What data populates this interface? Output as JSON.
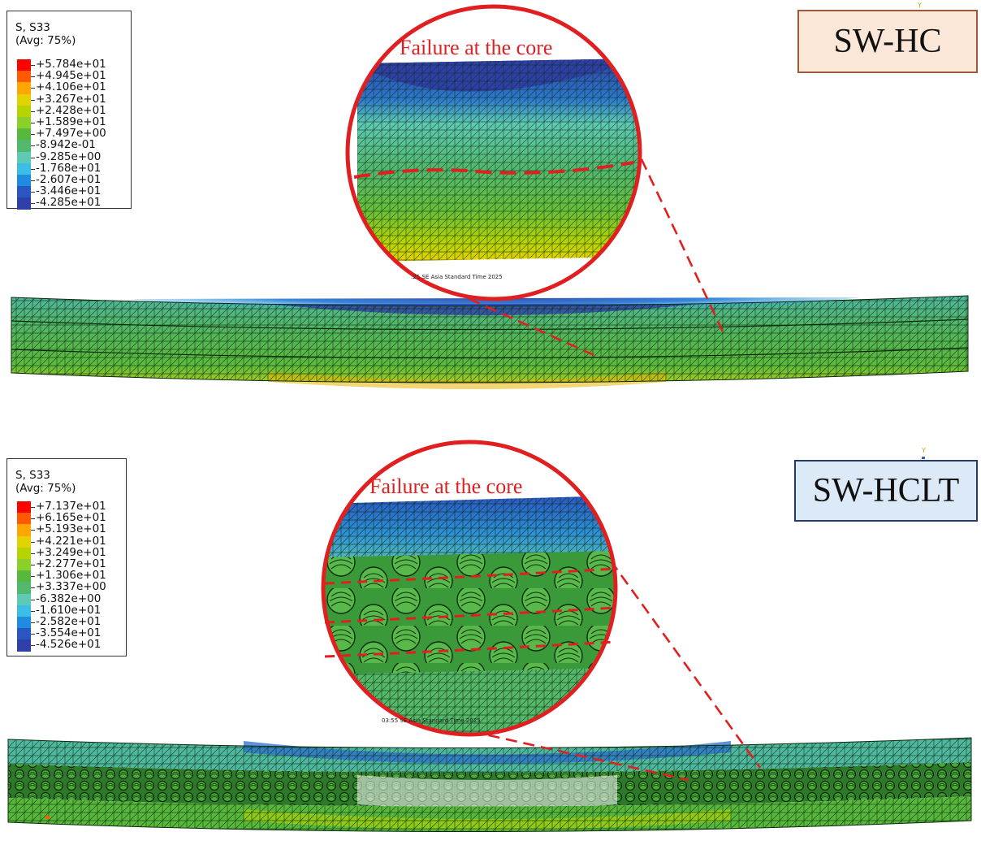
{
  "top": {
    "legend": {
      "title_line1": "S, S33",
      "title_line2": "(Avg: 75%)",
      "values": [
        "+5.784e+01",
        "+4.945e+01",
        "+4.106e+01",
        "+3.267e+01",
        "+2.428e+01",
        "+1.589e+01",
        "+7.497e+00",
        "-8.942e-01",
        "-9.285e+00",
        "-1.768e+01",
        "-2.607e+01",
        "-3.446e+01",
        "-4.285e+01"
      ]
    },
    "label": "SW-HC",
    "failure_text": "Failure at the core",
    "timestamp": ":25 SE Asia Standard Time 2025",
    "axis_glyph": "Y"
  },
  "bottom": {
    "legend": {
      "title_line1": "S, S33",
      "title_line2": "(Avg: 75%)",
      "values": [
        "+7.137e+01",
        "+6.165e+01",
        "+5.193e+01",
        "+4.221e+01",
        "+3.249e+01",
        "+2.277e+01",
        "+1.306e+01",
        "+3.337e+00",
        "-6.382e+00",
        "-1.610e+01",
        "-2.582e+01",
        "-3.554e+01",
        "-4.526e+01"
      ]
    },
    "label": "SW-HCLT",
    "failure_text": "Failure at the core",
    "timestamp": "03:55 SE Asia Standard Time 2025",
    "axis_glyph": "Y"
  },
  "colors": {
    "contour_scale": [
      "#ff0000",
      "#ff5a00",
      "#ffa600",
      "#e4d200",
      "#b6d400",
      "#8ccf28",
      "#58b83c",
      "#52b86e",
      "#5ec9b6",
      "#3bbde6",
      "#1f8ce0",
      "#2a56c4",
      "#2f3fa8"
    ],
    "highlight": "#e02020",
    "mesh_line": "#0b2a0b"
  }
}
